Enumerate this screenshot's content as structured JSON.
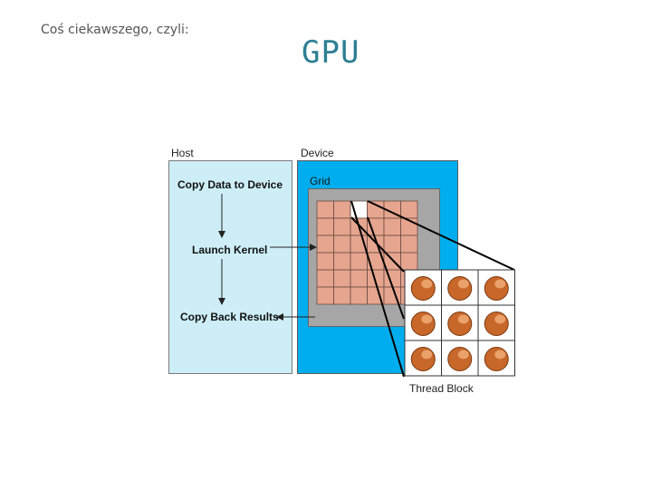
{
  "slide": {
    "subtitle": "Coś ciekawszego, czyli:",
    "title": "GPU"
  },
  "diagram": {
    "host_label": "Host",
    "device_label": "Device",
    "grid_label": "Grid",
    "thread_block_label": "Thread Block",
    "steps": [
      "Copy Data to Device",
      "Launch Kernel",
      "Copy Back Results"
    ],
    "grid_cells": {
      "rows": 6,
      "cols": 6
    },
    "thread_block_cells": {
      "rows": 3,
      "cols": 3
    },
    "colors": {
      "host_panel": "#cdeef7",
      "device_panel": "#00aeef",
      "grid_frame": "#a6a6a6",
      "grid_cell": "#e6a58f",
      "thread_cell": "#ffffff"
    }
  }
}
